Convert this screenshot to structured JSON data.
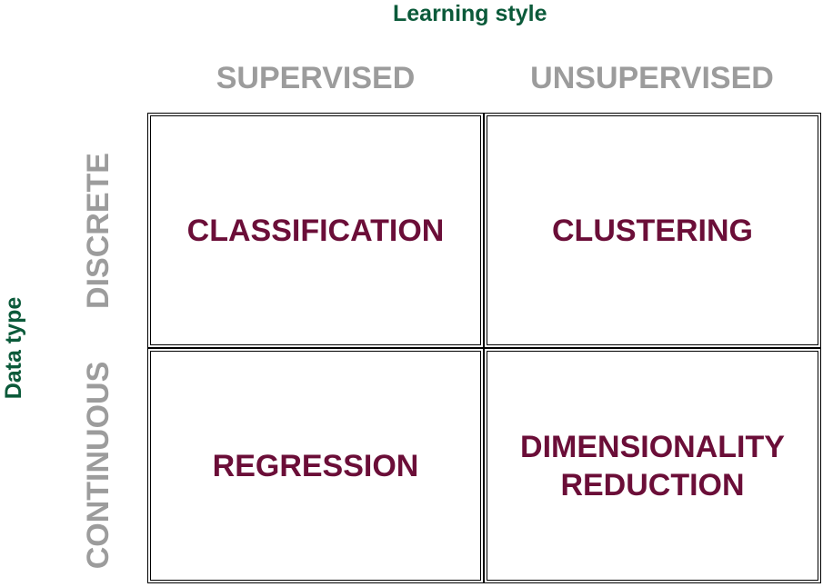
{
  "axes": {
    "columns_title": "Learning style",
    "rows_title": "Data type"
  },
  "columns": [
    "SUPERVISED",
    "UNSUPERVISED"
  ],
  "rows": [
    "DISCRETE",
    "CONTINUOUS"
  ],
  "cells": [
    {
      "lines": [
        "CLASSIFICATION"
      ]
    },
    {
      "lines": [
        "CLUSTERING"
      ]
    },
    {
      "lines": [
        "REGRESSION"
      ]
    },
    {
      "lines": [
        "DIMENSIONALITY",
        "REDUCTION"
      ]
    }
  ],
  "colors": {
    "axis_title": "#0b5a3a",
    "header_text": "#9c9c9c",
    "cell_text": "#6b0e38",
    "border": "#000000"
  }
}
